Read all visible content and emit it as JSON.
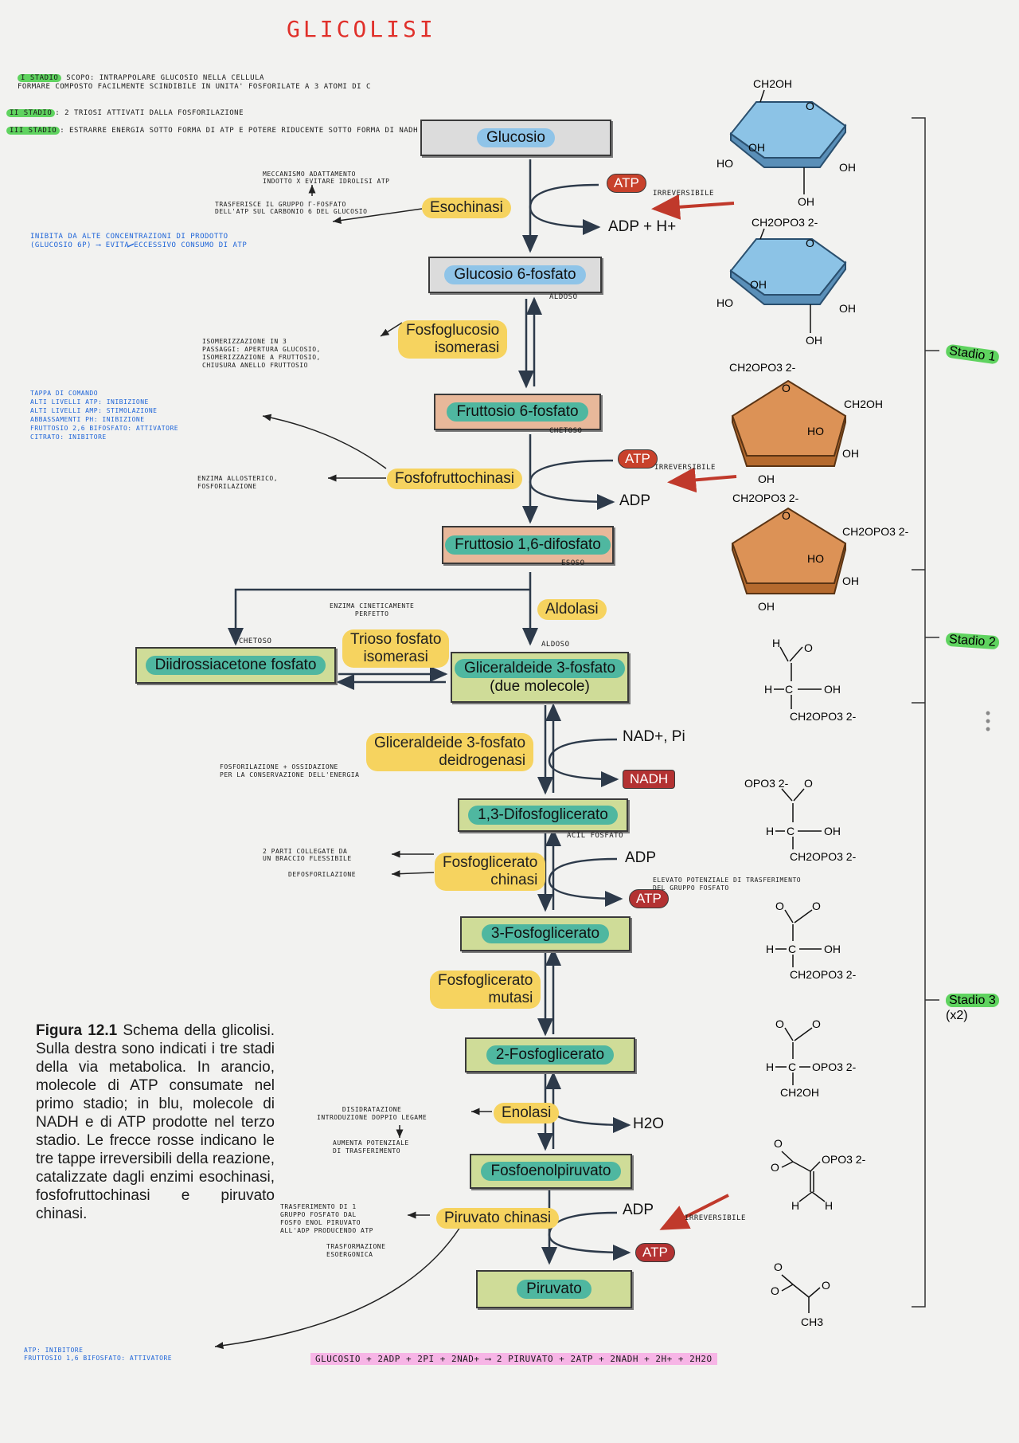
{
  "title": "GLICOLISI",
  "stages_notes": [
    {
      "label": "I STADIO",
      "text": "SCOPO: INTRAPPOLARE GLUCOSIO NELLA CELLULA\n          FORMARE COMPOSTO FACILMENTE SCINDIBILE IN UNITA' FOSFORILATE A 3 ATOMI DI C"
    },
    {
      "label": "II STADIO",
      "text": ": 2 TRIOSI ATTIVATI DALLA FOSFORILAZIONE"
    },
    {
      "label": "III STADIO",
      "text": ": ESTRARRE ENERGIA SOTTO FORMA DI ATP E POTERE RIDUCENTE SOTTO FORMA DI NADH"
    }
  ],
  "metabolites": {
    "glucosio": "Glucosio",
    "g6p": "Glucosio 6-fosfato",
    "f6p": "Fruttosio 6-fosfato",
    "f16bp": "Fruttosio 1,6-difosfato",
    "dhap": "Diidrossiacetone fosfato",
    "gap_1": "Gliceraldeide 3-fosfato",
    "gap_2": "(due molecole)",
    "bpg13": "1,3-Difosfoglicerato",
    "pg3": "3-Fosfoglicerato",
    "pg2": "2-Fosfoglicerato",
    "pep": "Fosfoenolpiruvato",
    "piruvato": "Piruvato"
  },
  "enzymes": {
    "esochinasi": "Esochinasi",
    "pgi_1": "Fosfoglucosio",
    "pgi_2": "isomerasi",
    "pfk": "Fosfofruttochinasi",
    "aldolasi": "Aldolasi",
    "tpi_1": "Trioso fosfato",
    "tpi_2": "isomerasi",
    "gapdh_1": "Gliceraldeide 3-fosfato",
    "gapdh_2": "deidrogenasi",
    "pgk_1": "Fosfoglicerato",
    "pgk_2": "chinasi",
    "pgm_1": "Fosfoglicerato",
    "pgm_2": "mutasi",
    "enolasi": "Enolasi",
    "pk": "Piruvato chinasi"
  },
  "cofactors": {
    "atp": "ATP",
    "adp_h": "ADP + H+",
    "adp": "ADP",
    "nad_pi": "NAD+, Pi",
    "nadh": "NADH",
    "h2o": "H2O"
  },
  "colors": {
    "atp_red": "#c8412b",
    "nadh_red": "#b33232",
    "enzyme_yellow": "#f6d35f",
    "glucose_blue": "#7fbadf",
    "fructose_orange": "#d7864a",
    "teal": "#4fb7a0",
    "olive": "#cfdc98",
    "arrow_red": "#c0392b",
    "note_blue": "#1c63d8",
    "highlight_green": "#5fd35f",
    "highlight_pink": "#f7b5e6"
  },
  "notes": {
    "irreversibile": "IRREVERSIBILE",
    "aldoso": "ALDOSO",
    "chetoso": "CHETOSO",
    "esoso": "ESOSO",
    "acil_fosfato": "ACIL FOSFATO",
    "meccanismo": "MECCANISMO ADATTAMENTO\nINDOTTO X EVITARE IDROLISI ATP",
    "trasferisce": "TRASFERISCE IL GRUPPO γ-FOSFATO\nDELL'ATP SUL CARBONIO 6 DEL GLUCOSIO",
    "inibita": "INIBITA DA ALTE CONCENTRAZIONI DI PRODOTTO\n(GLUCOSIO 6P) ⟶ EVITA ECCESSIVO CONSUMO DI ATP",
    "isomerizzazione": "ISOMERIZZAZIONE IN 3\nPASSAGGI: APERTURA GLUCOSIO,\nISOMERIZZAZIONE A FRUTTOSIO,\nCHIUSURA ANELLO FRUTTOSIO",
    "tappa": "TAPPA DI COMANDO\nALTI LIVELLI ATP: INIBIZIONE\nALTI LIVELLI AMP: STIMOLAZIONE\nABBASSAMENTI PH: INIBIZIONE\nFRUTTOSIO 2,6 BIFOSFATO: ATTIVATORE\nCITRATO: INIBITORE",
    "allosterico": "ENZIMA ALLOSTERICO,\nFOSFORILAZIONE",
    "enzima_cinetico": "ENZIMA CINETICAMENTE\nPERFETTO",
    "fosforilazione": "FOSFORILAZIONE + OSSIDAZIONE\nPER LA CONSERVAZIONE DELL'ENERGIA",
    "due_parti": "2 PARTI COLLEGATE DA\nUN BRACCIO FLESSIBILE",
    "defosforilazione": "DEFOSFORILAZIONE",
    "elevato": "ELEVATO POTENZIALE DI TRASFERIMENTO\nDEL GRUPPO FOSFATO",
    "disidratazione": "DISIDRATAZIONE\nINTRODUZIONE DOPPIO LEGAME",
    "aumenta": "AUMENTA POTENZIALE\nDI TRASFERIMENTO",
    "trasferimento": "TRASFERIMENTO DI 1\nGRUPPO FOSFATO DAL\nFOSFO ENOL PIRUVATO\nALL'ADP PRODUCENDO ATP",
    "esoergonica": "TRASFORMAZIONE\nESOERGONICA",
    "atp_inibitore": "ATP: INIBITORE\nFRUTTOSIO 1,6 BIFOSFATO: ATTIVATORE"
  },
  "stage_labels": {
    "s1": "Stadio 1",
    "s2": "Stadio 2",
    "s3": "Stadio 3",
    "s3x": "(x2)"
  },
  "figure": {
    "number": "Figura 12.1",
    "caption": "Schema della glicolisi. Sulla destra sono indicati i tre stadi della via metabolica. In arancio, molecole di ATP consumate nel primo stadio; in blu, molecole di NADH e di ATP prodotte nel terzo stadio. Le frecce rosse indicano le tre tappe irreversibili della reazione, catalizzate dagli enzimi esochinasi, fosfofruttochinasi e piruvato chinasi."
  },
  "equation": "GLUCOSIO + 2ADP + 2Pi + 2NAD+ ⟶ 2 PIRUVATO + 2ATP + 2NADH + 2H+ + 2H2O",
  "structures": {
    "ch2oh": "CH2OH",
    "ch2opo3": "CH2OPO3 2-",
    "ho": "HO",
    "oh": "OH",
    "o": "O",
    "h": "H",
    "ch3": "CH3",
    "opo3": "OPO3 2-"
  }
}
